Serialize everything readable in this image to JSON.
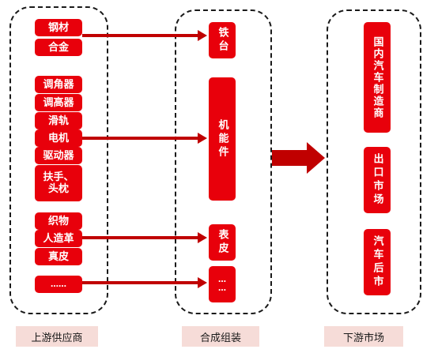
{
  "upstream": {
    "items": [
      "钢材",
      "合金",
      "调角器",
      "调高器",
      "滑轨",
      "电机",
      "驱动器",
      "扶手、头枕",
      "织物",
      "人造革",
      "真皮",
      "……"
    ]
  },
  "assembly": {
    "items": [
      "铁台",
      "机能件",
      "表皮",
      "……"
    ]
  },
  "downstream": {
    "items": [
      "国内汽车制造商",
      "出口市场",
      "汽车后市"
    ]
  },
  "labels": {
    "upstream": "上游供应商",
    "assembly": "合成组装",
    "downstream": "下游市场"
  },
  "colors": {
    "accent": "#e8000b",
    "arrow": "#c00000",
    "label_bg": "#f6dcd8"
  }
}
